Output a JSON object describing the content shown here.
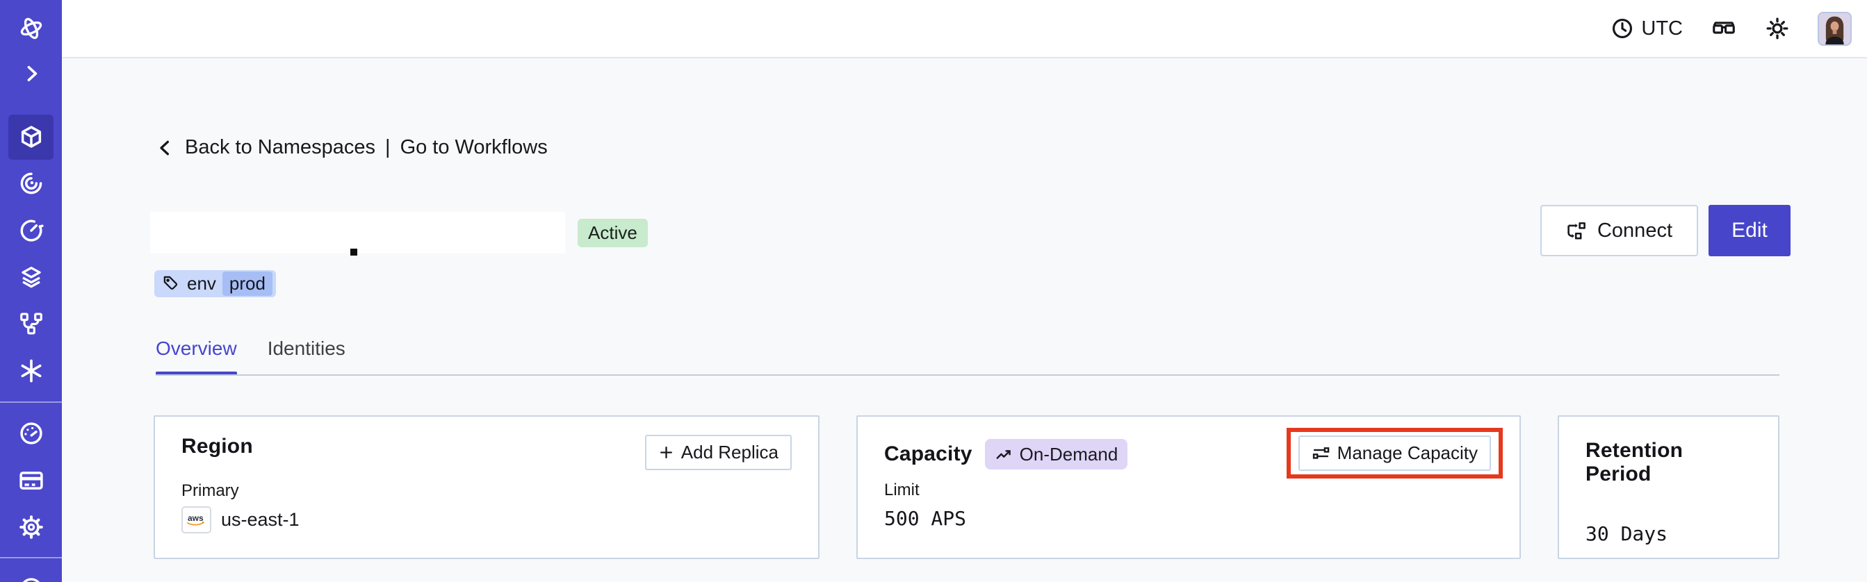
{
  "topbar": {
    "timezone_label": "UTC",
    "icons": [
      "clock-icon",
      "codec-glasses-icon",
      "theme-sun-icon",
      "user-avatar"
    ]
  },
  "sidebar": {
    "items": [
      {
        "icon": "temporal-logo-icon",
        "active": false
      },
      {
        "icon": "expand-chevron-icon",
        "active": false
      },
      {
        "icon": "namespaces-cube-icon",
        "active": true
      },
      {
        "icon": "spiral-icon",
        "active": false
      },
      {
        "icon": "timer-icon",
        "active": false
      },
      {
        "icon": "layers-icon",
        "active": false
      },
      {
        "icon": "pipeline-icon",
        "active": false
      },
      {
        "icon": "asterisk-icon",
        "active": false
      },
      {
        "icon": "gauge-icon",
        "active": false
      },
      {
        "icon": "credit-card-icon",
        "active": false
      },
      {
        "icon": "gear-icon",
        "active": false
      },
      {
        "icon": "profile-partial-icon",
        "active": false
      }
    ]
  },
  "breadcrumb": {
    "back_label": "Back to Namespaces",
    "separator": "|",
    "forward_label": "Go to Workflows"
  },
  "header": {
    "status_badge": "Active",
    "tag_key": "env",
    "tag_value": "prod",
    "connect_label": "Connect",
    "edit_label": "Edit"
  },
  "tabs": [
    {
      "label": "Overview",
      "active": true
    },
    {
      "label": "Identities",
      "active": false
    }
  ],
  "cards": {
    "region": {
      "title": "Region",
      "add_replica_label": "Add Replica",
      "primary_label": "Primary",
      "provider": "aws",
      "value": "us-east-1"
    },
    "capacity": {
      "title": "Capacity",
      "badge_label": "On-Demand",
      "manage_label": "Manage Capacity",
      "limit_label": "Limit",
      "value": "500 APS"
    },
    "retention": {
      "title": "Retention Period",
      "value": "30 Days"
    }
  },
  "colors": {
    "sidebar_bg": "#4B48CB",
    "sidebar_active_bg": "#3B38AE",
    "accent_indigo": "#4745C9",
    "tab_active": "#4646CE",
    "highlight_red": "#E5391E",
    "status_green_bg": "#C8EACD",
    "tag_bg": "#C9D8FB",
    "tag_chip_bg": "#A6BEF5",
    "on_demand_bg": "#DFD5F7",
    "aws_orange": "#F59321",
    "page_bg": "#F8F9FB"
  }
}
